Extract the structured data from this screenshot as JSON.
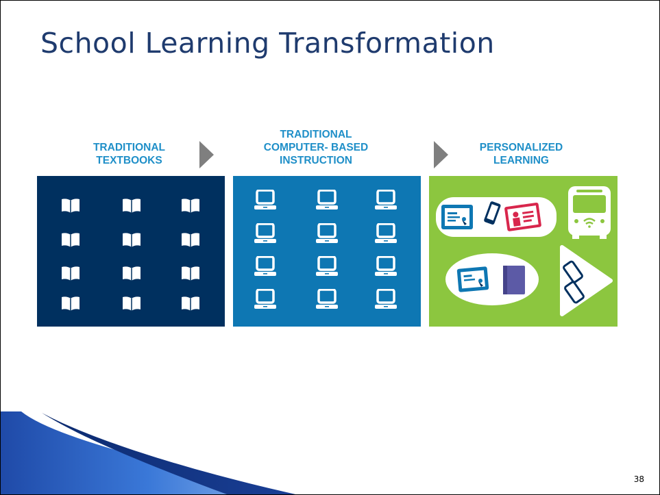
{
  "slide": {
    "title": "School Learning Transformation",
    "page_number": "38"
  },
  "columns": [
    {
      "lines": [
        "TRADITIONAL",
        "TEXTBOOKS"
      ],
      "icon": "book-icon"
    },
    {
      "lines": [
        "TRADITIONAL",
        "COMPUTER- BASED",
        "INSTRUCTION"
      ],
      "icon": "laptop-icon"
    },
    {
      "lines": [
        "PERSONALIZED",
        "LEARNING"
      ],
      "icon": "devices-icon"
    }
  ],
  "colors": {
    "title": "#1f3b6e",
    "heading": "#1f8fc8",
    "panel_textbooks": "#00305f",
    "panel_computer": "#0e77b3",
    "panel_personalized": "#8cc63f",
    "arrow": "#7f7f7f"
  }
}
